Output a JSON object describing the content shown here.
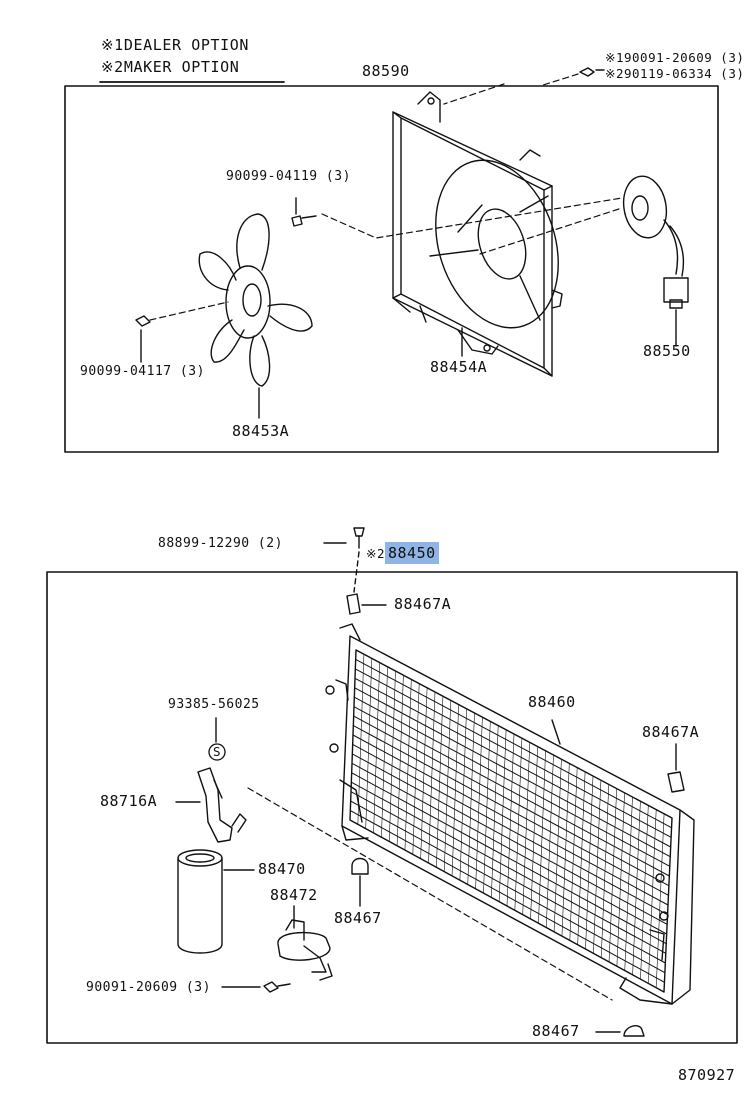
{
  "notes": [
    {
      "mark": "※1",
      "text": "DEALER OPTION"
    },
    {
      "mark": "※2",
      "text": "MAKER OPTION"
    }
  ],
  "top_group": {
    "labels": {
      "fan_shroud_assy": "88590",
      "bolt_a": "※190091-20609 (3)",
      "bolt_b": "※290119-06334 (3)",
      "screw_shroud": "90099-04119 (3)",
      "screw_fan": "90099-04117 (3)",
      "fan": "88453A",
      "shroud": "88454A",
      "motor": "88550"
    }
  },
  "bottom_group": {
    "labels": {
      "bolt_top": "88899-12290 (2)",
      "condenser_mark": "※2",
      "condenser_assy": "88450",
      "cushion_top": "88467A",
      "condenser": "88460",
      "cushion_right": "88467A",
      "plug": "93385-56025",
      "plug_symbol": "S",
      "pipe": "88716A",
      "receiver": "88470",
      "bracket": "88472",
      "cushion_mid": "88467",
      "bolt_bottom": "90091-20609 (3)",
      "cushion_bottom": "88467"
    }
  },
  "figure_id": "870927"
}
